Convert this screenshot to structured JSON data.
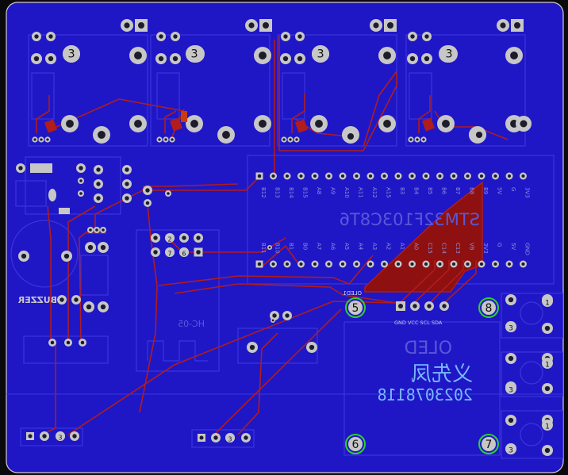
{
  "colors": {
    "copper": "#1f17c6",
    "copper_dark": "#1a13a8",
    "outline": "#d8c8cc",
    "silk": "#8f8fd8",
    "silk_bright": "#b8b8f0",
    "pad": "#c7c7c7",
    "pad_hole": "#1c1c2a",
    "trace_red": "#b11c1c",
    "fill_red": "#8e1010",
    "ring_green": "#2fd02f",
    "mirror_text": "#5a58d8",
    "silk_cn": "#78b8ff"
  },
  "labels": {
    "mcu": "STM32F103C8T6",
    "oled_header": "GND VCC SCL SDA",
    "oled_title": "OLED",
    "author": "义先凤",
    "student_id": "2023078118",
    "buzzer": "BUZZER",
    "oled_ref": "OLED1",
    "hc05": "HC-05"
  },
  "net_numbers": {
    "relay1": "3",
    "relay2": "3",
    "relay3": "3",
    "relay4": "3",
    "r_mid_a": "2",
    "r_mid_b": "7",
    "r_mid_c": "6",
    "btn1_a": "1",
    "btn1_b": "3",
    "btn2_a": "1",
    "btn2_b": "3",
    "btn3_a": "1",
    "btn3_b": "3",
    "hdr1": "3",
    "hdr2": "3",
    "hole5": "5",
    "hole6": "6",
    "hole7": "7",
    "hole8": "8"
  },
  "pin_labels_top": [
    "B12",
    "B13",
    "B14",
    "B15",
    "A8",
    "A9",
    "A10",
    "A11",
    "A12",
    "A15",
    "B3",
    "B4",
    "B5",
    "B6",
    "B7",
    "B8",
    "B9",
    "5V",
    "G",
    "3V3"
  ],
  "pin_labels_bot": [
    "B11",
    "B10",
    "B1",
    "B0",
    "A7",
    "A6",
    "A5",
    "A4",
    "A3",
    "A2",
    "A1",
    "A0",
    "C15",
    "C14",
    "C13",
    "VB",
    "3V3",
    "G",
    "5V",
    "GND"
  ]
}
